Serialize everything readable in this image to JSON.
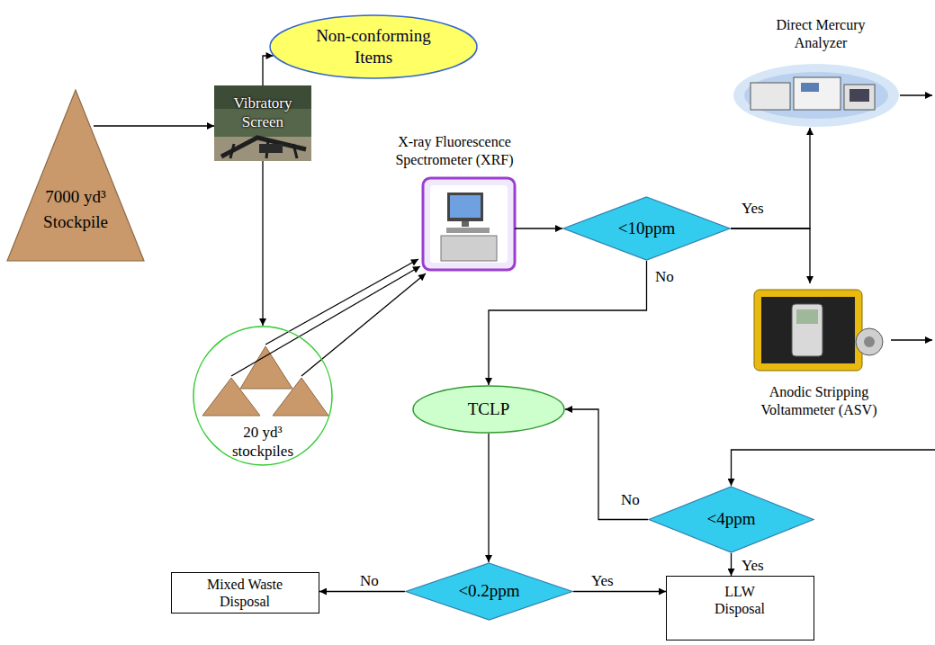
{
  "diagram": {
    "nodes": [
      {
        "text": [
          "7000 yd³ Stockpile"
        ]
      },
      {
        "text": [
          "Vibratory Screen"
        ]
      },
      {
        "text": [
          "Non-conforming Items"
        ]
      },
      {
        "text": [
          "X-ray Fluorescence Spectrometer (XRF)"
        ]
      },
      {
        "text": [
          "<10ppm"
        ]
      },
      {
        "text": [
          "Direct Mercury Analyzer"
        ]
      },
      {
        "text": [
          "Anodic Stripping Voltammeter (ASV)"
        ]
      },
      {
        "text": [
          "20 yd³ stockpiles"
        ]
      },
      {
        "text": [
          "TCLP"
        ]
      },
      {
        "text": [
          "<4ppm"
        ]
      },
      {
        "text": [
          "Mixed Waste Disposal"
        ]
      },
      {
        "text": [
          "<0.2ppm"
        ]
      },
      {
        "text": [
          "LLW Disposal"
        ]
      }
    ],
    "edges": [
      {
        "from": 0,
        "to": 1,
        "arrow": "to"
      },
      {
        "from": 1,
        "to": 2,
        "arrow": "to"
      },
      {
        "from": 1,
        "to": 7,
        "arrow": "to"
      },
      {
        "from": 7,
        "to": 3,
        "arrow": "to"
      },
      {
        "from": 7,
        "to": 3,
        "arrow": "to"
      },
      {
        "from": 7,
        "to": 3,
        "arrow": "to"
      },
      {
        "from": 3,
        "to": 4,
        "arrow": "to"
      },
      {
        "from": 4,
        "to": 5,
        "label": "Yes",
        "arrow": "to"
      },
      {
        "from": 4,
        "to": 6,
        "arrow": "to"
      },
      {
        "from": 4,
        "to": 8,
        "label": "No",
        "arrow": "to"
      },
      {
        "from": 9,
        "to": 8,
        "label": "No",
        "arrow": "to"
      },
      {
        "from": 9,
        "to": 12,
        "label": "Yes",
        "arrow": "to"
      },
      {
        "from": 8,
        "to": 11,
        "arrow": "to"
      },
      {
        "from": 11,
        "to": 10,
        "label": "No",
        "arrow": "to"
      },
      {
        "from": 11,
        "to": 12,
        "label": "Yes",
        "arrow": "to"
      }
    ]
  }
}
